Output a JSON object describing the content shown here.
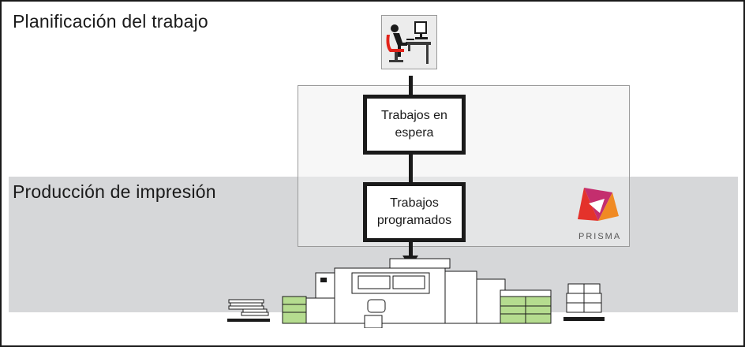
{
  "planning": {
    "title": "Planificación del trabajo"
  },
  "production": {
    "title": "Producción de impresión"
  },
  "jobs": {
    "waiting": "Trabajos en\nespera",
    "scheduled": "Trabajos\nprogramados"
  },
  "prisma": {
    "label": "PRISMA"
  },
  "icons": {
    "workstation": "workstation-icon",
    "prisma": "prisma-logo-icon",
    "printer": "production-printer-icon",
    "input_stack": "paper-input-stack-icon",
    "output_stack": "paper-output-stack-icon"
  },
  "colors": {
    "band": "#d6d7d9",
    "chair": "#e2231a",
    "paper_tray": "#b5dc8f",
    "prisma_red": "#e4322b",
    "prisma_orange": "#f08a24",
    "prisma_magenta": "#c42e6e"
  }
}
